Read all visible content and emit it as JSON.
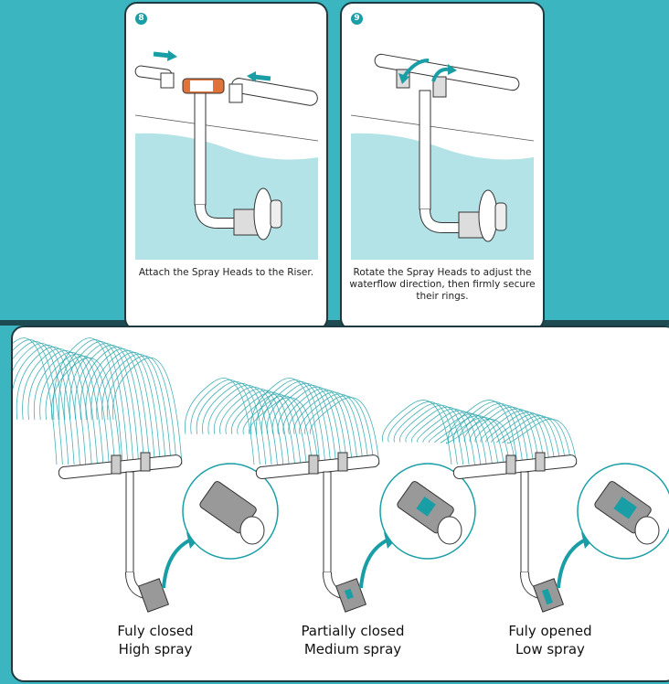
{
  "steps": [
    {
      "number": "8",
      "caption": "Attach the Spray Heads to the Riser."
    },
    {
      "number": "9",
      "caption": "Rotate the Spray Heads to adjust the waterflow direction, then firmly secure their rings."
    }
  ],
  "settings": [
    {
      "valve": "Fuly closed",
      "spray": "High spray",
      "level": "high"
    },
    {
      "valve": "Partially closed",
      "spray": "Medium spray",
      "level": "medium"
    },
    {
      "valve": "Fuly opened",
      "spray": "Low spray",
      "level": "low"
    }
  ],
  "colors": {
    "background": "#3bb5bf",
    "accent": "#1a9ea6",
    "water": "#b3e3e6",
    "highlight": "#e0733a"
  }
}
